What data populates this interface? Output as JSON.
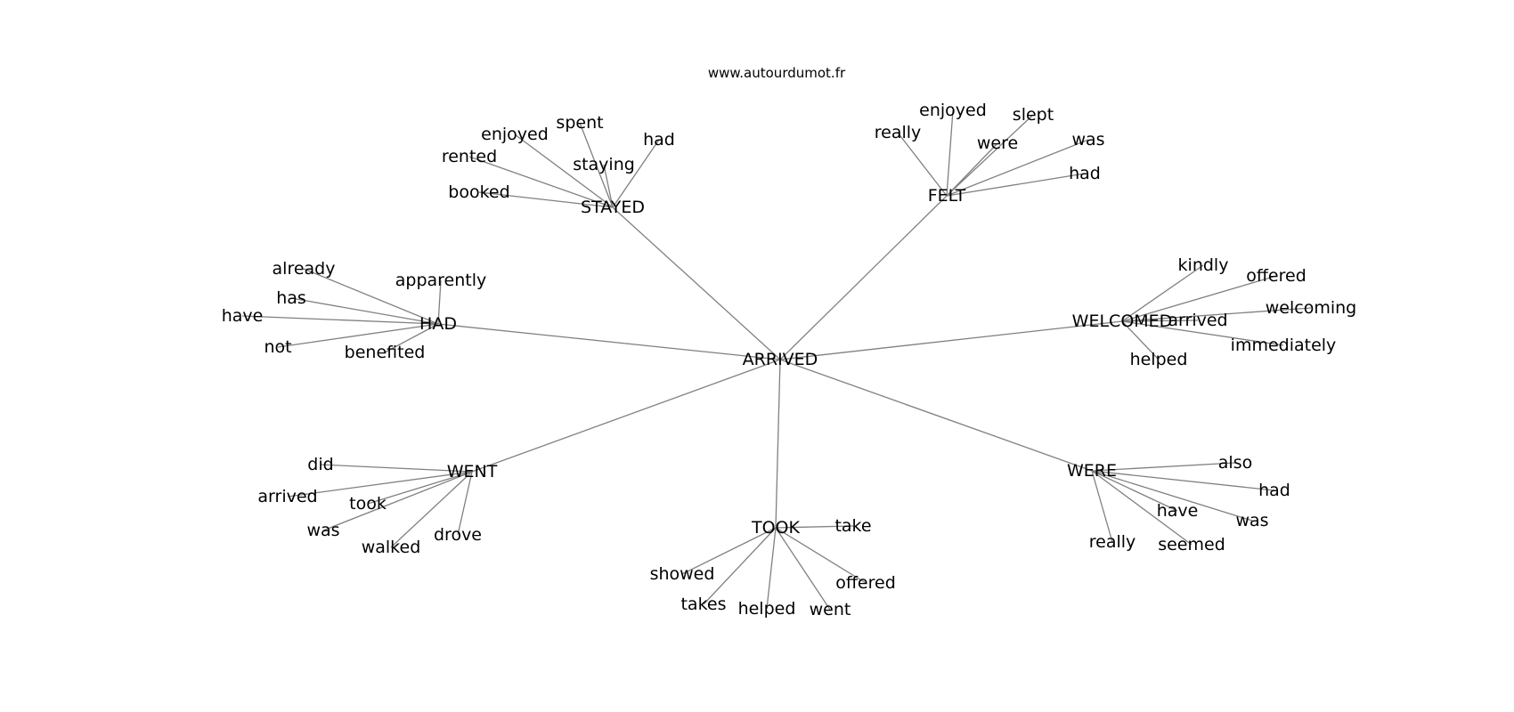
{
  "site_label": "www.autourdumot.fr",
  "colors": {
    "edge": "#808080",
    "text": "#000000",
    "background": "#ffffff"
  },
  "graph": {
    "center": "ARRIVED",
    "hubs": [
      {
        "id": "stayed",
        "label": "STAYED",
        "leaves": [
          "booked",
          "rented",
          "enjoyed",
          "spent",
          "staying",
          "had"
        ]
      },
      {
        "id": "felt",
        "label": "FELT",
        "leaves": [
          "really",
          "enjoyed",
          "were",
          "slept",
          "was",
          "had"
        ]
      },
      {
        "id": "had",
        "label": "HAD",
        "leaves": [
          "already",
          "has",
          "have",
          "not",
          "benefited",
          "apparently"
        ]
      },
      {
        "id": "welcomed",
        "label": "WELCOMED",
        "leaves": [
          "kindly",
          "offered",
          "welcoming",
          "arrived",
          "immediately",
          "helped"
        ]
      },
      {
        "id": "went",
        "label": "WENT",
        "leaves": [
          "did",
          "arrived",
          "took",
          "was",
          "walked",
          "drove"
        ]
      },
      {
        "id": "took",
        "label": "TOOK",
        "leaves": [
          "take",
          "showed",
          "takes",
          "helped",
          "went",
          "offered"
        ]
      },
      {
        "id": "were",
        "label": "WERE",
        "leaves": [
          "also",
          "had",
          "have",
          "was",
          "seemed",
          "really"
        ]
      }
    ]
  }
}
